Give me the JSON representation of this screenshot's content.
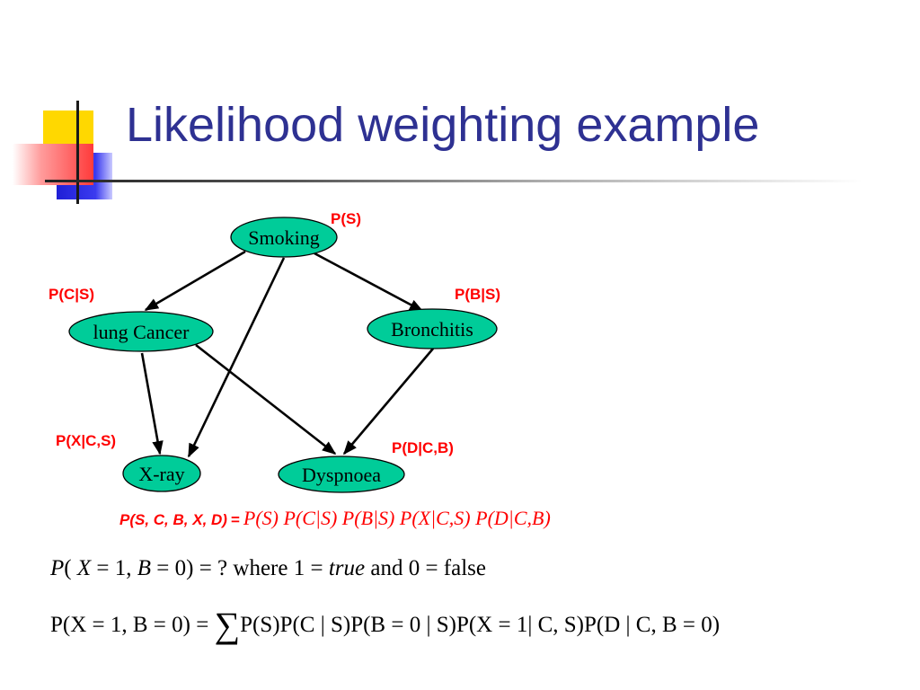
{
  "slide": {
    "title": "Likelihood weighting example"
  },
  "network": {
    "nodes": {
      "smoking": "Smoking",
      "cancer": "lung Cancer",
      "bronchitis": "Bronchitis",
      "xray": "X-ray",
      "dyspnoea": "Dyspnoea"
    },
    "cpts": {
      "smoking": "P(S)",
      "cancer": "P(C|S)",
      "bronchitis": "P(B|S)",
      "xray": "P(X|C,S)",
      "dyspnoea": "P(D|C,B)"
    },
    "edges": [
      [
        "smoking",
        "cancer"
      ],
      [
        "smoking",
        "bronchitis"
      ],
      [
        "smoking",
        "xray"
      ],
      [
        "cancer",
        "xray"
      ],
      [
        "cancer",
        "dyspnoea"
      ],
      [
        "bronchitis",
        "dyspnoea"
      ]
    ],
    "node_color": "#00cc99",
    "cpt_color": "#ff0000"
  },
  "factorization": {
    "lhs": "P(S, C, B, X, D)",
    "eq": "=",
    "rhs": "P(S) P(C|S) P(B|S) P(X|C,S) P(D|C,B)"
  },
  "query": {
    "p": "P",
    "open": "( ",
    "x": "X",
    "mid": " = 1, ",
    "b": "B",
    "close": " = 0) = ? where 1 = ",
    "true_word": "true",
    "tail": " and 0 = false"
  },
  "expansion": {
    "lhs": "P(X = 1, B = 0) = ",
    "sigma": "∑",
    "rhs": "P(S)P(C | S)P(B = 0 | S)P(X = 1| C, S)P(D | C, B = 0)"
  },
  "colors": {
    "title": "#2e3192",
    "accent_red": "#ff0000"
  }
}
